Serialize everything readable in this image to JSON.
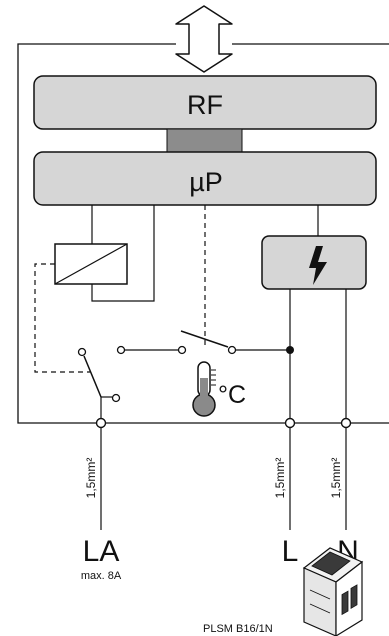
{
  "blocks": {
    "rf_label": "RF",
    "up_label": "µP"
  },
  "temperature": {
    "unit": "°C"
  },
  "wires": {
    "la_cross_section": "1,5mm²",
    "l_cross_section": "1,5mm²",
    "n_cross_section": "1,5mm²"
  },
  "terminals": {
    "la_label": "LA",
    "la_sublabel": "max. 8A",
    "l_label": "L",
    "n_label": "N"
  },
  "breaker": {
    "model_label": "PLSM B16/1N"
  },
  "icons": {
    "antenna": "double-arrow-icon",
    "power_supply": "lightning-icon",
    "thermometer": "thermometer-icon",
    "breaker": "circuit-breaker-icon"
  },
  "colors": {
    "block_fill": "#d6d6d6",
    "connector_fill": "#8c8c8c",
    "line": "#111111"
  }
}
